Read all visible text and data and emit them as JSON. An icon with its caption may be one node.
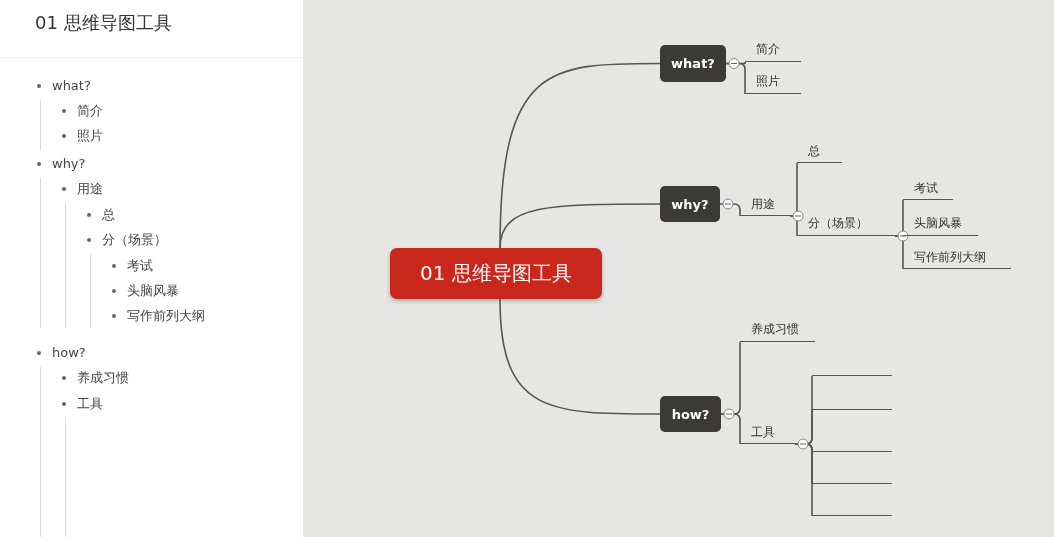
{
  "diagram": {
    "title": "01 思维导图工具",
    "nodes": [
      {
        "text": [
          "01 思维导图工具"
        ]
      },
      {
        "text": [
          "what?"
        ]
      },
      {
        "text": [
          "简介"
        ]
      },
      {
        "text": [
          "照片"
        ]
      },
      {
        "text": [
          "why?"
        ]
      },
      {
        "text": [
          "用途"
        ]
      },
      {
        "text": [
          "总"
        ]
      },
      {
        "text": [
          "分（场景）"
        ]
      },
      {
        "text": [
          "考试"
        ]
      },
      {
        "text": [
          "头脑风暴"
        ]
      },
      {
        "text": [
          "写作前列大纲"
        ]
      },
      {
        "text": [
          "how?"
        ]
      },
      {
        "text": [
          "养成习惯"
        ]
      },
      {
        "text": [
          "工具"
        ]
      },
      {
        "text": [],
        "shape": "bar"
      },
      {
        "text": [],
        "shape": "bar"
      },
      {
        "text": [],
        "shape": "bar"
      },
      {
        "text": [],
        "shape": "bar"
      },
      {
        "text": [],
        "shape": "bar"
      }
    ],
    "edges": [
      {
        "from": 0,
        "to": 1,
        "arrow": "none"
      },
      {
        "from": 1,
        "to": 2,
        "arrow": "none"
      },
      {
        "from": 1,
        "to": 3,
        "arrow": "none"
      },
      {
        "from": 0,
        "to": 4,
        "arrow": "none"
      },
      {
        "from": 4,
        "to": 5,
        "arrow": "none"
      },
      {
        "from": 5,
        "to": 6,
        "arrow": "none"
      },
      {
        "from": 5,
        "to": 7,
        "arrow": "none"
      },
      {
        "from": 7,
        "to": 8,
        "arrow": "none"
      },
      {
        "from": 7,
        "to": 9,
        "arrow": "none"
      },
      {
        "from": 7,
        "to": 10,
        "arrow": "none"
      },
      {
        "from": 0,
        "to": 11,
        "arrow": "none"
      },
      {
        "from": 11,
        "to": 12,
        "arrow": "none"
      },
      {
        "from": 11,
        "to": 13,
        "arrow": "none"
      },
      {
        "from": 13,
        "to": 14,
        "arrow": "none"
      },
      {
        "from": 13,
        "to": 15,
        "arrow": "none"
      },
      {
        "from": 13,
        "to": 16,
        "arrow": "none"
      },
      {
        "from": 13,
        "to": 17,
        "arrow": "none"
      },
      {
        "from": 13,
        "to": 18,
        "arrow": "none"
      }
    ],
    "labels": [
      "what?",
      "简介",
      "照片",
      "why?",
      "用途",
      "总",
      "分（场景）",
      "考试",
      "头脑风暴",
      "写作前列大纲",
      "how?",
      "养成习惯",
      "工具"
    ]
  }
}
